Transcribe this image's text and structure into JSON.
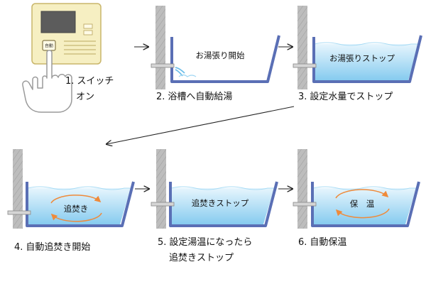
{
  "steps": [
    {
      "number": "1.",
      "label_line1": "スイッチ",
      "label_line2": "オン"
    },
    {
      "number": "2.",
      "label": "浴槽へ自動給湯",
      "inner_text": "お湯張り開始"
    },
    {
      "number": "3.",
      "label": "設定水量でストップ",
      "inner_text": "お湯張りストップ"
    },
    {
      "number": "4.",
      "label": "自動追焚き開始",
      "inner_text": "追焚き"
    },
    {
      "number": "5.",
      "label_line1": "設定湯温になったら",
      "label_line2": "追焚きストップ",
      "inner_text": "追焚きストップ"
    },
    {
      "number": "6.",
      "label": "自動保温",
      "inner_text": "保　温"
    }
  ],
  "controller": {
    "key_label": "自動"
  },
  "colors": {
    "wall": "#bdbdbd",
    "tub_outline": "#5a6fb5",
    "water_top": "#d8eefb",
    "water_bottom": "#7fc8ee",
    "heat_arrow": "#ef8a3a",
    "panel": "#f6efc2"
  }
}
